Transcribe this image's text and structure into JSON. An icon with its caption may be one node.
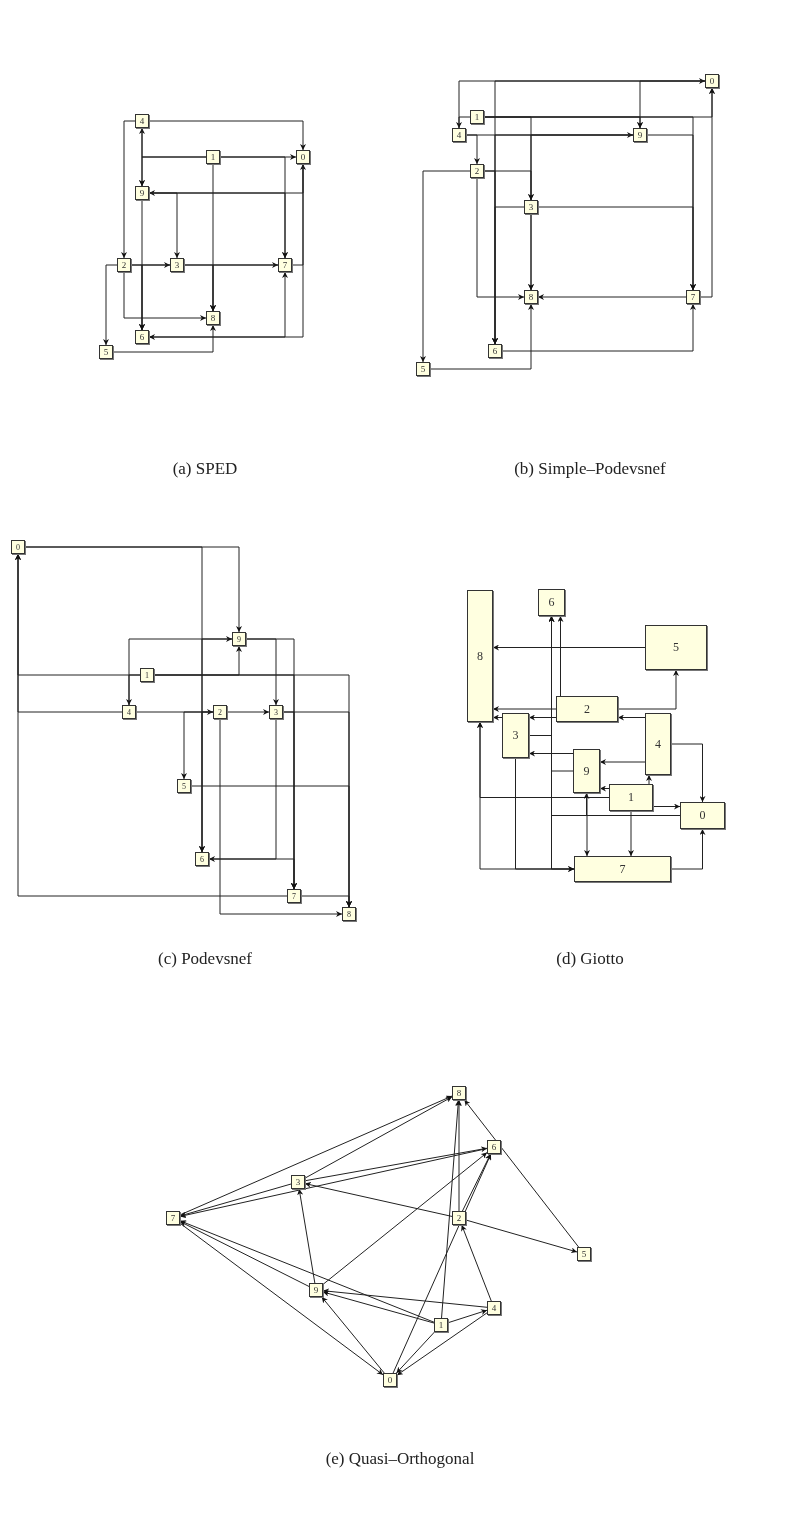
{
  "diagram": {
    "nodes": [
      {
        "text": [
          "0"
        ]
      },
      {
        "text": [
          "1"
        ]
      },
      {
        "text": [
          "2"
        ]
      },
      {
        "text": [
          "3"
        ]
      },
      {
        "text": [
          "4"
        ]
      },
      {
        "text": [
          "5"
        ]
      },
      {
        "text": [
          "6"
        ]
      },
      {
        "text": [
          "7"
        ]
      },
      {
        "text": [
          "8"
        ]
      },
      {
        "text": [
          "9"
        ]
      },
      {
        "text": [
          "0"
        ]
      },
      {
        "text": [
          "1"
        ]
      },
      {
        "text": [
          "2"
        ]
      },
      {
        "text": [
          "3"
        ]
      },
      {
        "text": [
          "4"
        ]
      },
      {
        "text": [
          "5"
        ]
      },
      {
        "text": [
          "6"
        ]
      },
      {
        "text": [
          "7"
        ]
      },
      {
        "text": [
          "8"
        ]
      },
      {
        "text": [
          "9"
        ]
      },
      {
        "text": [
          "0"
        ]
      },
      {
        "text": [
          "1"
        ]
      },
      {
        "text": [
          "2"
        ]
      },
      {
        "text": [
          "3"
        ]
      },
      {
        "text": [
          "4"
        ]
      },
      {
        "text": [
          "5"
        ]
      },
      {
        "text": [
          "6"
        ]
      },
      {
        "text": [
          "7"
        ]
      },
      {
        "text": [
          "8"
        ]
      },
      {
        "text": [
          "9"
        ]
      },
      {
        "text": [
          "0"
        ]
      },
      {
        "text": [
          "1"
        ]
      },
      {
        "text": [
          "2"
        ]
      },
      {
        "text": [
          "3"
        ]
      },
      {
        "text": [
          "4"
        ]
      },
      {
        "text": [
          "5"
        ]
      },
      {
        "text": [
          "6"
        ]
      },
      {
        "text": [
          "7"
        ]
      },
      {
        "text": [
          "8"
        ]
      },
      {
        "text": [
          "9"
        ]
      },
      {
        "text": [
          "0"
        ]
      },
      {
        "text": [
          "1"
        ]
      },
      {
        "text": [
          "2"
        ]
      },
      {
        "text": [
          "3"
        ]
      },
      {
        "text": [
          "4"
        ]
      },
      {
        "text": [
          "5"
        ]
      },
      {
        "text": [
          "6"
        ]
      },
      {
        "text": [
          "7"
        ]
      },
      {
        "text": [
          "8"
        ]
      },
      {
        "text": [
          "9"
        ]
      }
    ],
    "edges": [
      {
        "from": 1,
        "to": 0,
        "arrow": "to"
      },
      {
        "from": 1,
        "to": 4,
        "arrow": "to"
      },
      {
        "from": 1,
        "to": 9,
        "arrow": "to"
      },
      {
        "from": 1,
        "to": 7,
        "arrow": "to"
      },
      {
        "from": 1,
        "to": 8,
        "arrow": "to"
      },
      {
        "from": 4,
        "to": 0,
        "arrow": "to"
      },
      {
        "from": 4,
        "to": 9,
        "arrow": "to"
      },
      {
        "from": 4,
        "to": 2,
        "arrow": "to"
      },
      {
        "from": 0,
        "to": 9,
        "arrow": "to"
      },
      {
        "from": 9,
        "to": 3,
        "arrow": "to"
      },
      {
        "from": 9,
        "to": 6,
        "arrow": "to"
      },
      {
        "from": 9,
        "to": 7,
        "arrow": "to"
      },
      {
        "from": 2,
        "to": 3,
        "arrow": "to"
      },
      {
        "from": 2,
        "to": 6,
        "arrow": "to"
      },
      {
        "from": 2,
        "to": 8,
        "arrow": "to"
      },
      {
        "from": 2,
        "to": 5,
        "arrow": "to"
      },
      {
        "from": 3,
        "to": 7,
        "arrow": "to"
      },
      {
        "from": 3,
        "to": 8,
        "arrow": "to"
      },
      {
        "from": 3,
        "to": 6,
        "arrow": "to"
      },
      {
        "from": 7,
        "to": 0,
        "arrow": "to"
      },
      {
        "from": 7,
        "to": 8,
        "arrow": "to"
      },
      {
        "from": 6,
        "to": 7,
        "arrow": "to"
      },
      {
        "from": 5,
        "to": 8,
        "arrow": "to"
      },
      {
        "from": 0,
        "to": 6,
        "arrow": "to"
      },
      {
        "from": 11,
        "to": 10,
        "arrow": "to"
      },
      {
        "from": 11,
        "to": 14,
        "arrow": "to"
      },
      {
        "from": 11,
        "to": 19,
        "arrow": "to"
      },
      {
        "from": 11,
        "to": 17,
        "arrow": "to"
      },
      {
        "from": 11,
        "to": 18,
        "arrow": "to"
      },
      {
        "from": 14,
        "to": 10,
        "arrow": "to"
      },
      {
        "from": 14,
        "to": 19,
        "arrow": "to"
      },
      {
        "from": 14,
        "to": 12,
        "arrow": "to"
      },
      {
        "from": 10,
        "to": 19,
        "arrow": "to"
      },
      {
        "from": 19,
        "to": 13,
        "arrow": "to"
      },
      {
        "from": 19,
        "to": 16,
        "arrow": "to"
      },
      {
        "from": 19,
        "to": 17,
        "arrow": "to"
      },
      {
        "from": 12,
        "to": 13,
        "arrow": "to"
      },
      {
        "from": 12,
        "to": 16,
        "arrow": "to"
      },
      {
        "from": 12,
        "to": 18,
        "arrow": "to"
      },
      {
        "from": 12,
        "to": 15,
        "arrow": "to"
      },
      {
        "from": 13,
        "to": 17,
        "arrow": "to"
      },
      {
        "from": 13,
        "to": 18,
        "arrow": "to"
      },
      {
        "from": 13,
        "to": 16,
        "arrow": "to"
      },
      {
        "from": 17,
        "to": 10,
        "arrow": "to"
      },
      {
        "from": 17,
        "to": 18,
        "arrow": "to"
      },
      {
        "from": 16,
        "to": 17,
        "arrow": "to"
      },
      {
        "from": 15,
        "to": 18,
        "arrow": "to"
      },
      {
        "from": 10,
        "to": 16,
        "arrow": "to"
      },
      {
        "from": 21,
        "to": 20,
        "arrow": "to"
      },
      {
        "from": 21,
        "to": 24,
        "arrow": "to"
      },
      {
        "from": 21,
        "to": 29,
        "arrow": "to"
      },
      {
        "from": 21,
        "to": 27,
        "arrow": "to"
      },
      {
        "from": 21,
        "to": 28,
        "arrow": "to"
      },
      {
        "from": 24,
        "to": 20,
        "arrow": "to"
      },
      {
        "from": 24,
        "to": 29,
        "arrow": "to"
      },
      {
        "from": 24,
        "to": 22,
        "arrow": "to"
      },
      {
        "from": 20,
        "to": 29,
        "arrow": "to"
      },
      {
        "from": 29,
        "to": 23,
        "arrow": "to"
      },
      {
        "from": 29,
        "to": 26,
        "arrow": "to"
      },
      {
        "from": 29,
        "to": 27,
        "arrow": "to"
      },
      {
        "from": 22,
        "to": 23,
        "arrow": "to"
      },
      {
        "from": 22,
        "to": 26,
        "arrow": "to"
      },
      {
        "from": 22,
        "to": 28,
        "arrow": "to"
      },
      {
        "from": 22,
        "to": 25,
        "arrow": "to"
      },
      {
        "from": 23,
        "to": 27,
        "arrow": "to"
      },
      {
        "from": 23,
        "to": 28,
        "arrow": "to"
      },
      {
        "from": 23,
        "to": 26,
        "arrow": "to"
      },
      {
        "from": 27,
        "to": 20,
        "arrow": "to"
      },
      {
        "from": 27,
        "to": 28,
        "arrow": "to"
      },
      {
        "from": 26,
        "to": 27,
        "arrow": "to"
      },
      {
        "from": 25,
        "to": 28,
        "arrow": "to"
      },
      {
        "from": 20,
        "to": 26,
        "arrow": "to"
      },
      {
        "from": 31,
        "to": 30,
        "arrow": "to"
      },
      {
        "from": 31,
        "to": 34,
        "arrow": "to"
      },
      {
        "from": 31,
        "to": 39,
        "arrow": "to"
      },
      {
        "from": 31,
        "to": 37,
        "arrow": "to"
      },
      {
        "from": 31,
        "to": 38,
        "arrow": "to"
      },
      {
        "from": 34,
        "to": 30,
        "arrow": "to"
      },
      {
        "from": 34,
        "to": 39,
        "arrow": "to"
      },
      {
        "from": 34,
        "to": 32,
        "arrow": "to"
      },
      {
        "from": 30,
        "to": 39,
        "arrow": "to"
      },
      {
        "from": 39,
        "to": 33,
        "arrow": "to"
      },
      {
        "from": 39,
        "to": 36,
        "arrow": "to"
      },
      {
        "from": 39,
        "to": 37,
        "arrow": "to"
      },
      {
        "from": 32,
        "to": 33,
        "arrow": "to"
      },
      {
        "from": 32,
        "to": 36,
        "arrow": "to"
      },
      {
        "from": 32,
        "to": 38,
        "arrow": "to"
      },
      {
        "from": 32,
        "to": 35,
        "arrow": "to"
      },
      {
        "from": 33,
        "to": 37,
        "arrow": "to"
      },
      {
        "from": 33,
        "to": 38,
        "arrow": "to"
      },
      {
        "from": 33,
        "to": 36,
        "arrow": "to"
      },
      {
        "from": 37,
        "to": 30,
        "arrow": "to"
      },
      {
        "from": 37,
        "to": 38,
        "arrow": "to"
      },
      {
        "from": 36,
        "to": 37,
        "arrow": "to"
      },
      {
        "from": 35,
        "to": 38,
        "arrow": "to"
      },
      {
        "from": 30,
        "to": 36,
        "arrow": "to"
      },
      {
        "from": 41,
        "to": 40,
        "arrow": "to"
      },
      {
        "from": 41,
        "to": 44,
        "arrow": "to"
      },
      {
        "from": 41,
        "to": 49,
        "arrow": "to"
      },
      {
        "from": 41,
        "to": 47,
        "arrow": "to"
      },
      {
        "from": 41,
        "to": 48,
        "arrow": "to"
      },
      {
        "from": 44,
        "to": 40,
        "arrow": "to"
      },
      {
        "from": 44,
        "to": 49,
        "arrow": "to"
      },
      {
        "from": 44,
        "to": 42,
        "arrow": "to"
      },
      {
        "from": 40,
        "to": 49,
        "arrow": "to"
      },
      {
        "from": 49,
        "to": 43,
        "arrow": "to"
      },
      {
        "from": 49,
        "to": 46,
        "arrow": "to"
      },
      {
        "from": 49,
        "to": 47,
        "arrow": "to"
      },
      {
        "from": 42,
        "to": 43,
        "arrow": "to"
      },
      {
        "from": 42,
        "to": 46,
        "arrow": "to"
      },
      {
        "from": 42,
        "to": 48,
        "arrow": "to"
      },
      {
        "from": 42,
        "to": 45,
        "arrow": "to"
      },
      {
        "from": 43,
        "to": 47,
        "arrow": "to"
      },
      {
        "from": 43,
        "to": 48,
        "arrow": "to"
      },
      {
        "from": 43,
        "to": 46,
        "arrow": "to"
      },
      {
        "from": 47,
        "to": 40,
        "arrow": "to"
      },
      {
        "from": 47,
        "to": 48,
        "arrow": "to"
      },
      {
        "from": 46,
        "to": 47,
        "arrow": "to"
      },
      {
        "from": 45,
        "to": 48,
        "arrow": "to"
      },
      {
        "from": 40,
        "to": 46,
        "arrow": "to"
      }
    ],
    "labels": [
      "(a) SPED",
      "(b) Simple–Podevsnef",
      "(c) Podevsnef",
      "(d) Giotto",
      "(e) Quasi–Orthogonal"
    ]
  }
}
